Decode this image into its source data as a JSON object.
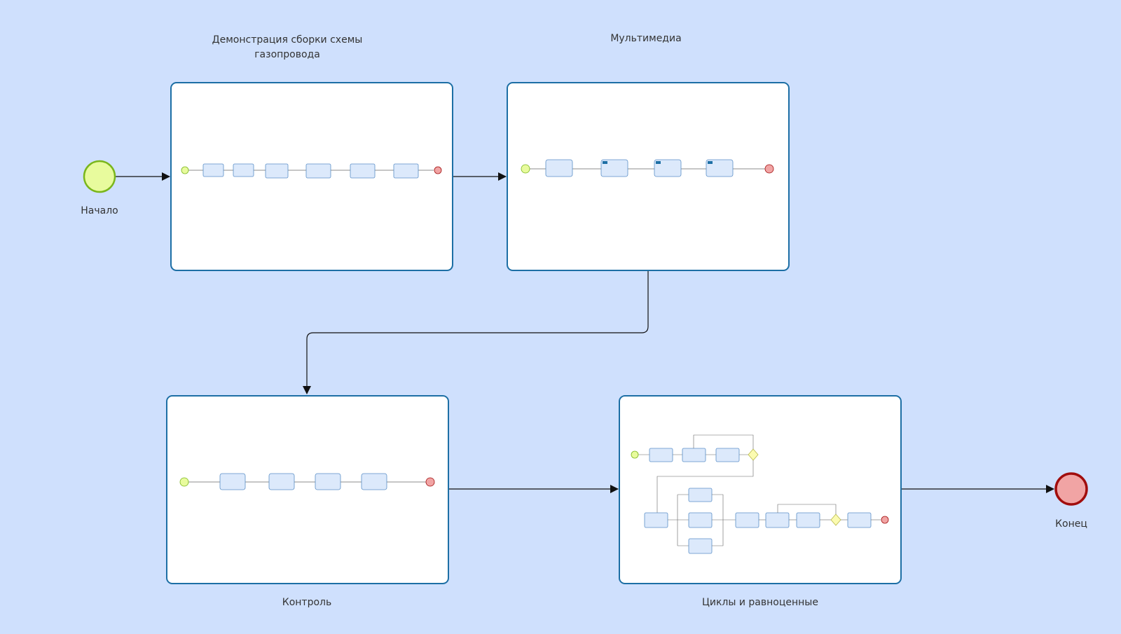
{
  "diagram": {
    "start_event": {
      "label": "Начало",
      "color": "#e8fb9d",
      "stroke": "#7ab61c"
    },
    "end_event": {
      "label": "Конец",
      "color": "#f1a4a4",
      "stroke": "#a10d0d"
    },
    "subprocesses": [
      {
        "id": "sp1",
        "title": "Демонстрация  сборки схемы\nгазопровода"
      },
      {
        "id": "sp2",
        "title": "Мультимедиа"
      },
      {
        "id": "sp3",
        "title": "Контроль"
      },
      {
        "id": "sp4",
        "title": "Циклы и равноценные"
      }
    ],
    "colors": {
      "background": "#cfe0fd",
      "subprocess_border": "#1d6fa5",
      "task_fill": "#dce9fb",
      "task_border": "#5b8fc7",
      "connector": "#111111"
    }
  }
}
